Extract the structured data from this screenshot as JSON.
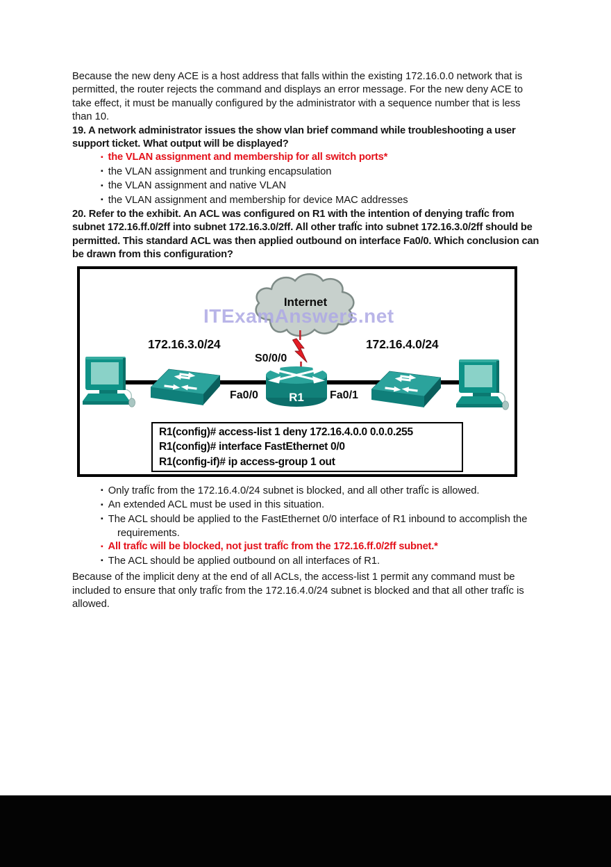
{
  "colors": {
    "text": "#161616",
    "answer_red": "#E4121B",
    "device_teal": "#118079",
    "device_teal_light": "#2BA39C",
    "pc_screen_teal": "#8AD2C8",
    "cloud_fill": "#C7D0CC",
    "cloud_outline": "#7E8B87",
    "watermark_lavender": "#ADA8E4",
    "lightning_red": "#E41C24",
    "footer_bar_black": "#040404"
  },
  "intro": {
    "text": "Because the new deny ACE is a host address that falls within the existing 172.16.0.0 network that is permitted, the router rejects the command and displays an error message. For the new deny ACE to take effect, it must be manually configured by the administrator with a sequence number that is less than 10."
  },
  "question19": {
    "text": "19. A network administrator issues the show vlan brief command while troubleshooting a user support ticket. What output will be displayed?",
    "options": [
      {
        "text": "the VLAN assignment and membership for all switch ports*",
        "correct": true
      },
      {
        "text": "the VLAN assignment and trunking encapsulation",
        "correct": false
      },
      {
        "text": "the VLAN assignment and native VLAN",
        "correct": false
      },
      {
        "text": "the VLAN assignment and membership for device MAC addresses",
        "correct": false
      }
    ]
  },
  "question20": {
    "text": "20. Refer to the exhibit. An ACL was configured on R1 with the intention of denying trafÏc from subnet 172.16.ff.0/2ff into subnet 172.16.3.0/2ff. All other trafÏc into subnet 172.16.3.0/2ff should be permitted. This standard ACL was then applied outbound on interface Fa0/0. Which conclusion can be drawn from this configuration?",
    "options": [
      {
        "text": "Only trafÏc from the 172.16.4.0/24 subnet is blocked, and all other trafÏc is allowed.",
        "correct": false
      },
      {
        "text": "An extended ACL must be used in this situation.",
        "correct": false
      },
      {
        "text": "The ACL should be applied to the FastEthernet 0/0 interface of R1 inbound to accomplish the requirements.",
        "correct": false
      },
      {
        "text": "All trafÏc will be blocked, not just trafÏc from the 172.16.ff.0/2ff subnet.*",
        "correct": true
      },
      {
        "text": "The ACL should be applied outbound on all interfaces of R1.",
        "correct": false
      }
    ],
    "explanation": "Because of the implicit deny at the end of all ACLs, the access-list 1 permit any command must be included to ensure that only trafÏc from the 172.16.4.0/24 subnet is blocked and that all other trafÏc is allowed."
  },
  "exhibit": {
    "internet_label": "Internet",
    "watermark": "ITExamAnswers.net",
    "left_subnet": "172.16.3.0/24",
    "right_subnet": "172.16.4.0/24",
    "serial_interface": "S0/0/0",
    "left_interface": "Fa0/0",
    "right_interface": "Fa0/1",
    "router_name": "R1",
    "cli_lines": [
      "R1(config)# access-list 1 deny 172.16.4.0.0 0.0.0.255",
      "R1(config)# interface FastEthernet 0/0",
      "R1(config-if)# ip access-group 1 out"
    ]
  }
}
